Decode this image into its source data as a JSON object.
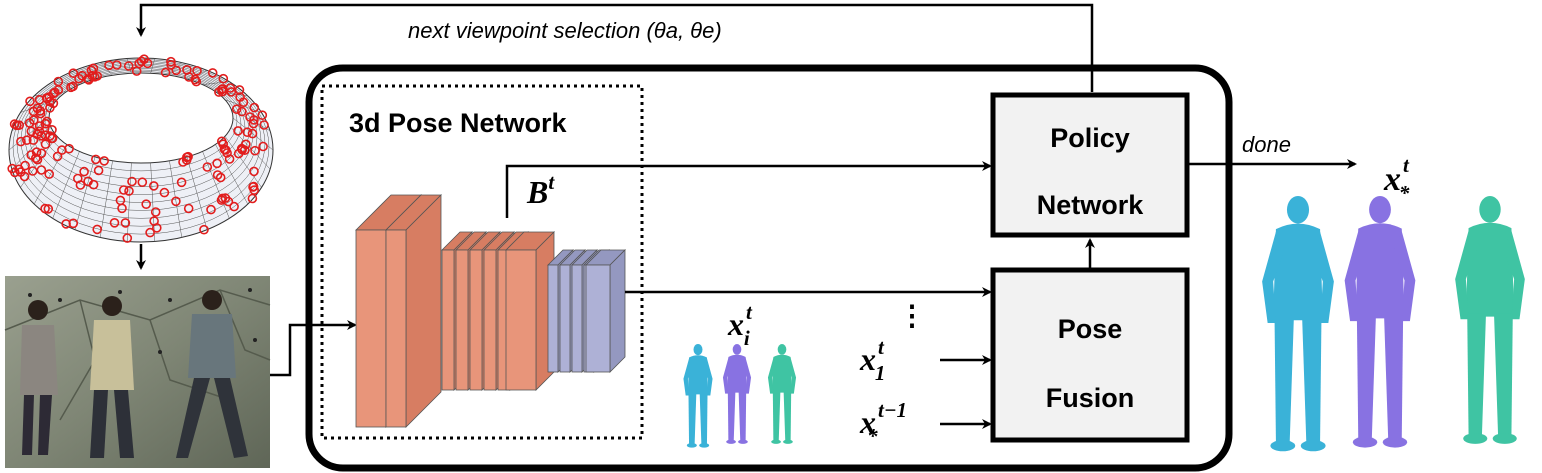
{
  "labels": {
    "top_arrow": "next viewpoint selection (θa, θe)",
    "pose_network": "3d Pose Network",
    "policy_line1": "Policy",
    "policy_line2": "Network",
    "fusion_line1": "Pose",
    "fusion_line2": "Fusion",
    "done": "done"
  },
  "math": {
    "B_t": {
      "base": "B",
      "sup": "t"
    },
    "x_i_t": {
      "base": "x",
      "sup": "t",
      "sub": "i"
    },
    "x_1_t": {
      "base": "x",
      "sup": "t",
      "sub": "1"
    },
    "x_star_prev": {
      "base": "x",
      "sup": "t−1",
      "sub": "*"
    },
    "x_star_t": {
      "base": "x",
      "sup": "t",
      "sub": "*"
    }
  },
  "colors": {
    "conv_orange": "#e8957a",
    "conv_orange_side": "#d77d62",
    "conv_purple": "#aeb1d6",
    "conv_purple_side": "#9498c0",
    "box_fill": "#f2f2f2",
    "marker_red": "#e21d1d",
    "human_cyan": "#3ab2d8",
    "human_purple": "#8872e2",
    "human_teal": "#3fc4a3"
  }
}
